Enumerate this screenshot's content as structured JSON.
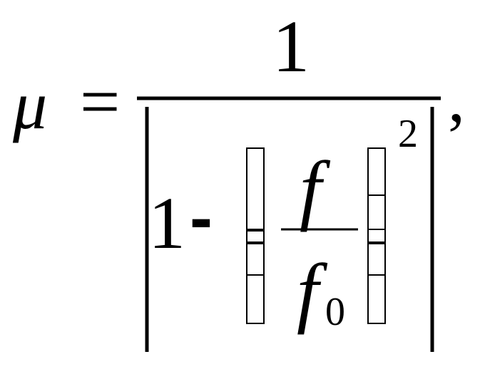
{
  "formula": {
    "lhs_symbol": "μ",
    "equals": "=",
    "numerator": "1",
    "denominator": {
      "one": "1",
      "minus": "-",
      "inner_numerator": "f",
      "inner_denominator_base": "f",
      "inner_denominator_subscript": "0",
      "exponent": "2"
    },
    "trailing_comma": ","
  }
}
